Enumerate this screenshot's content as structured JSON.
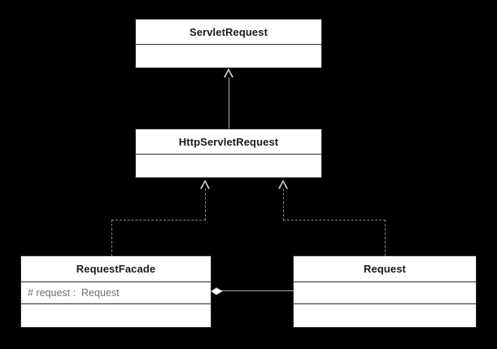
{
  "diagram": {
    "type": "uml-class-diagram",
    "background_color": "#000000",
    "box_fill_color": "#ffffff",
    "box_border_color": "#2b2b2b",
    "connector_color": "#a9a9a9",
    "classes": [
      {
        "id": "servlet-request",
        "name": "ServletRequest",
        "attributes": [],
        "operations": [],
        "compartments": 2
      },
      {
        "id": "http-servlet-request",
        "name": "HttpServletRequest",
        "attributes": [],
        "operations": [],
        "compartments": 2
      },
      {
        "id": "request-facade",
        "name": "RequestFacade",
        "attributes": [
          "# request :  Request"
        ],
        "operations": [],
        "compartments": 3
      },
      {
        "id": "request",
        "name": "Request",
        "attributes": [],
        "operations": [],
        "compartments": 3
      }
    ],
    "relationships": [
      {
        "id": "gen-http-to-servlet",
        "kind": "generalization",
        "style": "solid",
        "arrowhead": "hollow-triangle",
        "from": "HttpServletRequest",
        "to": "ServletRequest"
      },
      {
        "id": "real-facade-to-http",
        "kind": "realization",
        "style": "dashed",
        "arrowhead": "hollow-triangle",
        "from": "RequestFacade",
        "to": "HttpServletRequest"
      },
      {
        "id": "real-request-to-http",
        "kind": "realization",
        "style": "dashed",
        "arrowhead": "hollow-triangle",
        "from": "Request",
        "to": "HttpServletRequest"
      },
      {
        "id": "agg-facade-request",
        "kind": "aggregation",
        "style": "solid",
        "arrowhead": "hollow-diamond",
        "from": "RequestFacade",
        "to": "Request"
      }
    ]
  }
}
